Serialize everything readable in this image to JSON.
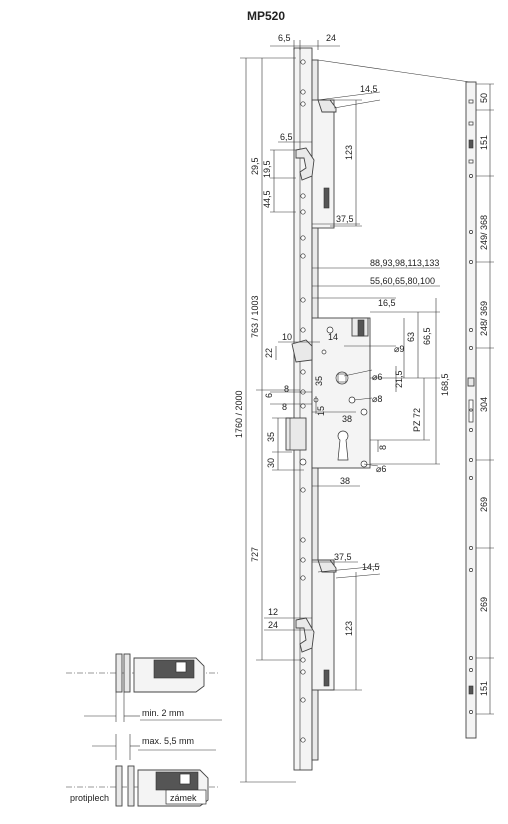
{
  "title": "MP520",
  "main_dims": {
    "top_65": "6,5",
    "top_24": "24",
    "hook_145_top": "14,5",
    "hook_123_top": "123",
    "hook_65": "6,5",
    "d_295": "29,5",
    "d_195": "19,5",
    "d_445": "44,5",
    "d_375_top": "37,5",
    "backsets_1": "88,93,98,113,133",
    "backsets_2": "55,60,65,80,100",
    "d_165": "16,5",
    "d_10": "10",
    "d_14": "14",
    "d_63": "63",
    "d_665": "66,5",
    "d_22": "22",
    "d_d9": "⌀9",
    "d_35a": "35",
    "d_d6a": "⌀6",
    "d_215": "21,5",
    "d_1685": "168,5",
    "d_6": "6",
    "d_8a": "8",
    "d_8b": "8",
    "d_15": "15",
    "d_d8": "⌀8",
    "d_38a": "38",
    "d_pz72": "PZ 72",
    "d_35b": "35",
    "d_8c": "8",
    "d_30": "30",
    "d_d6b": "⌀6",
    "d_38b": "38",
    "d_1760": "1760 / 2000",
    "d_763": "763 / 1003",
    "d_727": "727",
    "d_375_bot": "37,5",
    "hook_145_bot": "14,5",
    "d_12": "12",
    "d_24b": "24",
    "hook_123_bot": "123"
  },
  "strip_dims": [
    "50",
    "151",
    "249/ 368",
    "248/ 369",
    "304",
    "269",
    "269",
    "151"
  ],
  "detail": {
    "min_gap": "min. 2 mm",
    "max_gap": "max. 5,5 mm",
    "strike_label": "protiplech",
    "lock_label": "zámek"
  }
}
